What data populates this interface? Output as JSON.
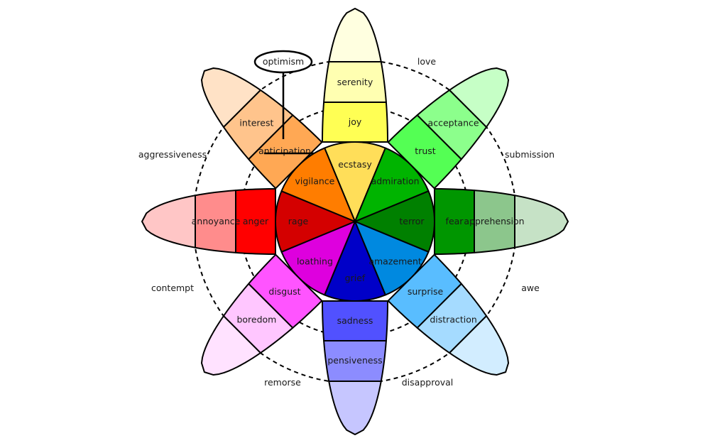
{
  "title": "Plutchik's Wheel of Emotions",
  "petals": [
    {
      "name": "joy",
      "inner": "ecstasy",
      "middle": "joy",
      "outer": "serenity",
      "colors": [
        "#ffde59",
        "#ffff54",
        "#ffffb1",
        "#ffffe0"
      ]
    },
    {
      "name": "trust",
      "inner": "admiration",
      "middle": "trust",
      "outer": "acceptance",
      "colors": [
        "#00b400",
        "#54ff54",
        "#8cff8c",
        "#c6ffc6"
      ]
    },
    {
      "name": "fear",
      "inner": "terror",
      "middle": "fear",
      "outer": "apprehension",
      "colors": [
        "#008000",
        "#009600",
        "#8cc68c",
        "#c6e2c6"
      ]
    },
    {
      "name": "surprise",
      "inner": "amazement",
      "middle": "surprise",
      "outer": "distraction",
      "colors": [
        "#0089e0",
        "#59bdff",
        "#a5dbff",
        "#d2edff"
      ]
    },
    {
      "name": "sadness",
      "inner": "grief",
      "middle": "sadness",
      "outer": "pensiveness",
      "colors": [
        "#0000c8",
        "#5151ff",
        "#8c8cff",
        "#c6c6ff"
      ]
    },
    {
      "name": "disgust",
      "inner": "loathing",
      "middle": "disgust",
      "outer": "boredom",
      "colors": [
        "#de00de",
        "#ff54ff",
        "#ffc6ff",
        "#ffe2ff"
      ]
    },
    {
      "name": "anger",
      "inner": "rage",
      "middle": "anger",
      "outer": "annoyance",
      "colors": [
        "#d40000",
        "#ff0000",
        "#ff8c8c",
        "#ffc6c6"
      ]
    },
    {
      "name": "anticipation",
      "inner": "vigilance",
      "middle": "anticipation",
      "outer": "interest",
      "colors": [
        "#ff7d00",
        "#ffa854",
        "#ffc48c",
        "#ffe2c6"
      ]
    }
  ],
  "dyads": [
    "love",
    "submission",
    "awe",
    "disapproval",
    "remorse",
    "contempt",
    "aggressiveness",
    "optimism"
  ],
  "callout": {
    "label": "optimism",
    "points_to": "anticipation"
  }
}
